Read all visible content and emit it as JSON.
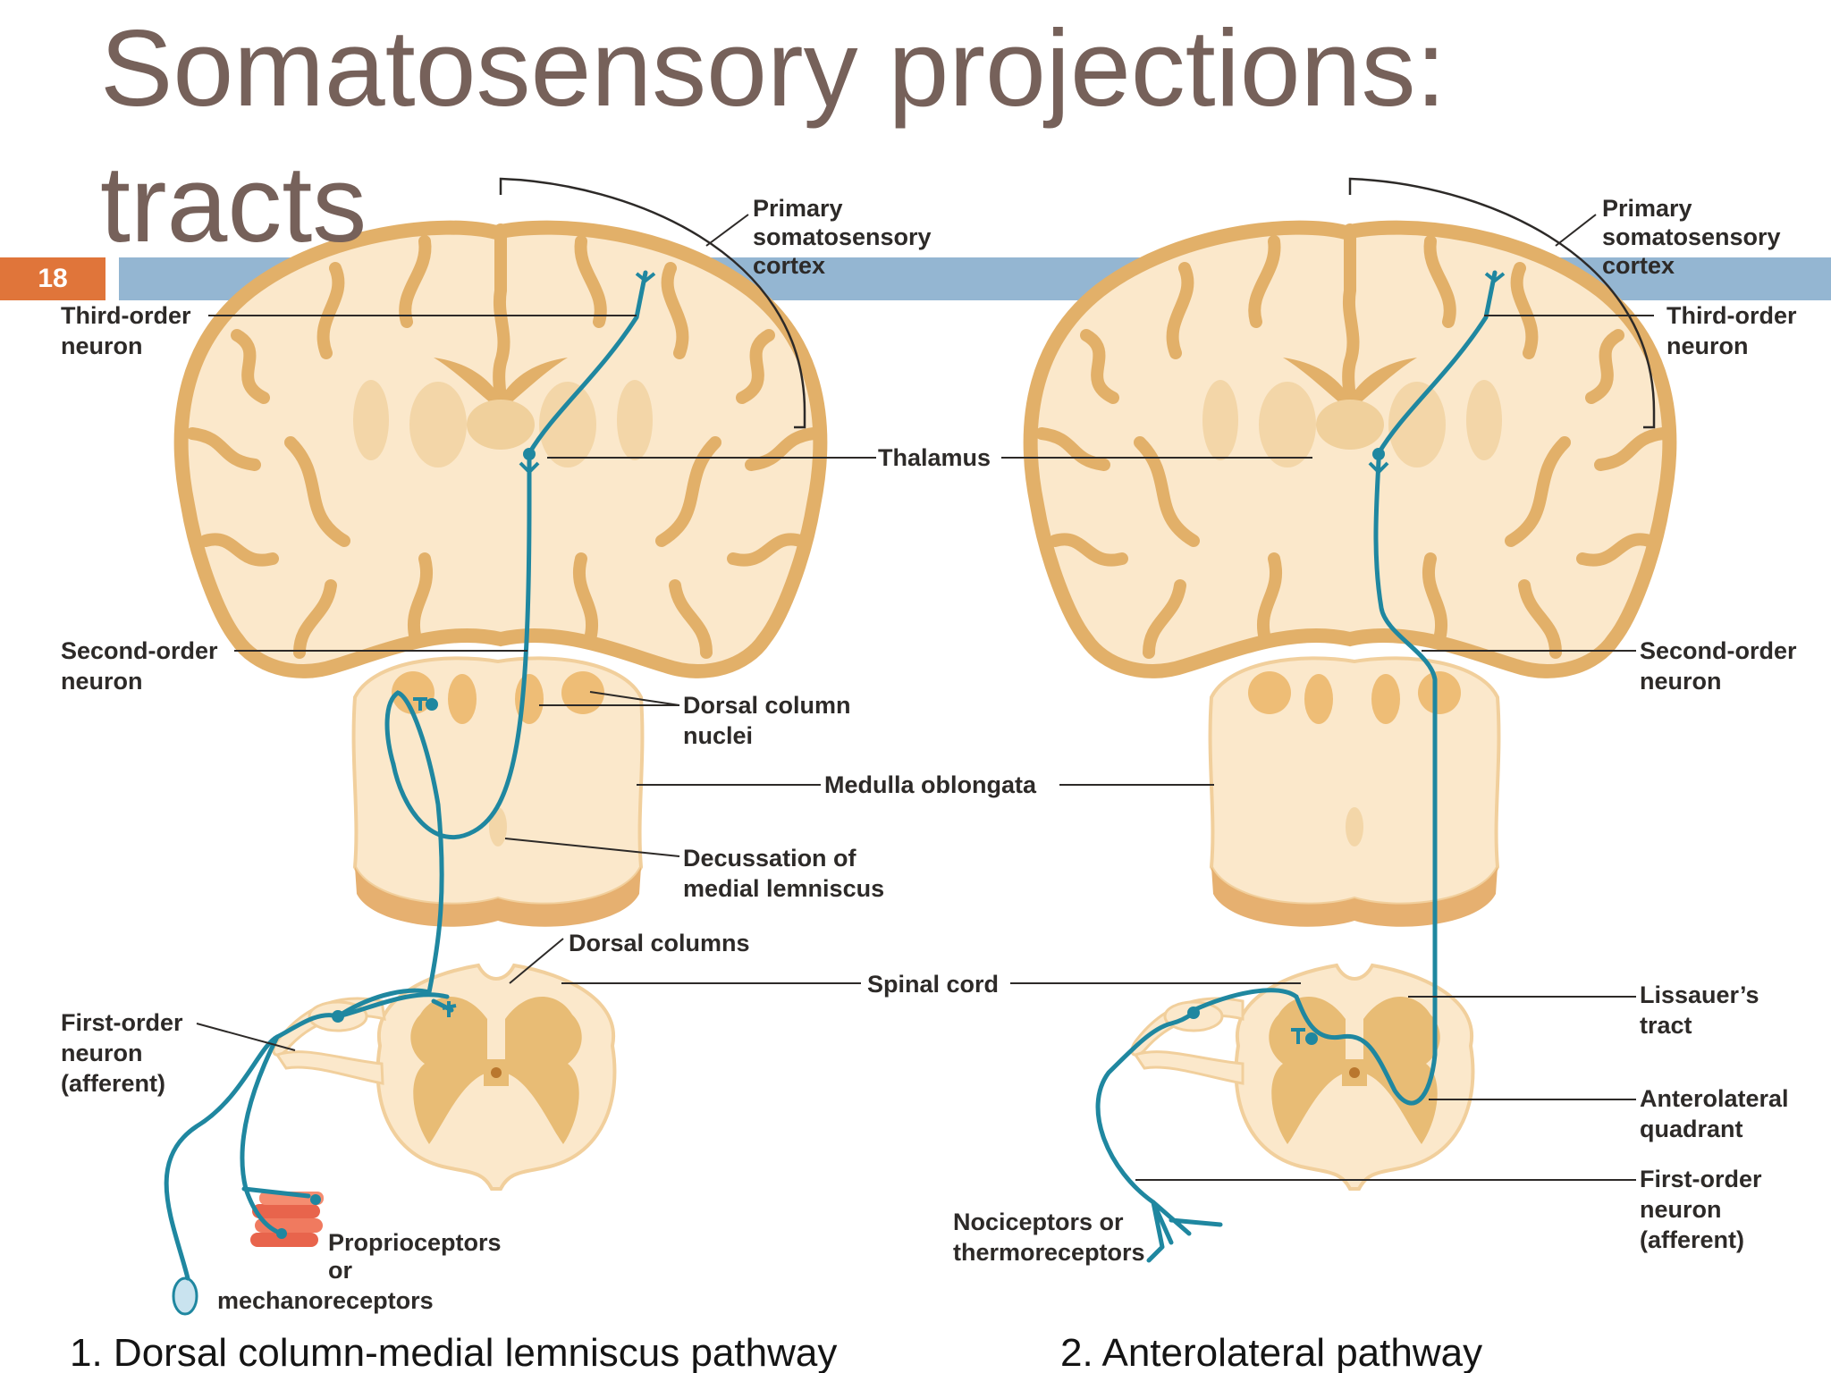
{
  "slide": {
    "title_line1": "Somatosensory projections:",
    "title_line2": "tracts",
    "number": "18"
  },
  "labels": {
    "primary_cortex": [
      "Primary",
      "somatosensory",
      "cortex"
    ],
    "third_order": [
      "Third-order",
      "neuron"
    ],
    "thalamus": "Thalamus",
    "second_order": [
      "Second-order",
      "neuron"
    ],
    "dorsal_column_nuclei": [
      "Dorsal column",
      "nuclei"
    ],
    "medulla": "Medulla oblongata",
    "decussation": [
      "Decussation of",
      "medial lemniscus"
    ],
    "dorsal_columns": "Dorsal columns",
    "spinal_cord": "Spinal cord",
    "first_order": [
      "First-order",
      "neuron",
      "(afferent)"
    ],
    "proprioceptors": [
      "Proprioceptors",
      "or",
      "mechanoreceptors"
    ],
    "lissauer": [
      "Lissauer’s",
      "tract"
    ],
    "anterolateral": [
      "Anterolateral",
      "quadrant"
    ],
    "nociceptors": [
      "Nociceptors or",
      "thermoreceptors"
    ]
  },
  "captions": {
    "left": "1. Dorsal column-medial lemniscus pathway",
    "right": "2. Anterolateral pathway"
  },
  "colors": {
    "tissue_light": "#fbe8cb",
    "tissue_dark": "#e2b069",
    "neuron": "#1f87a0",
    "title": "#76615a",
    "bar": "#94b6d2",
    "number_box": "#e0753a"
  }
}
